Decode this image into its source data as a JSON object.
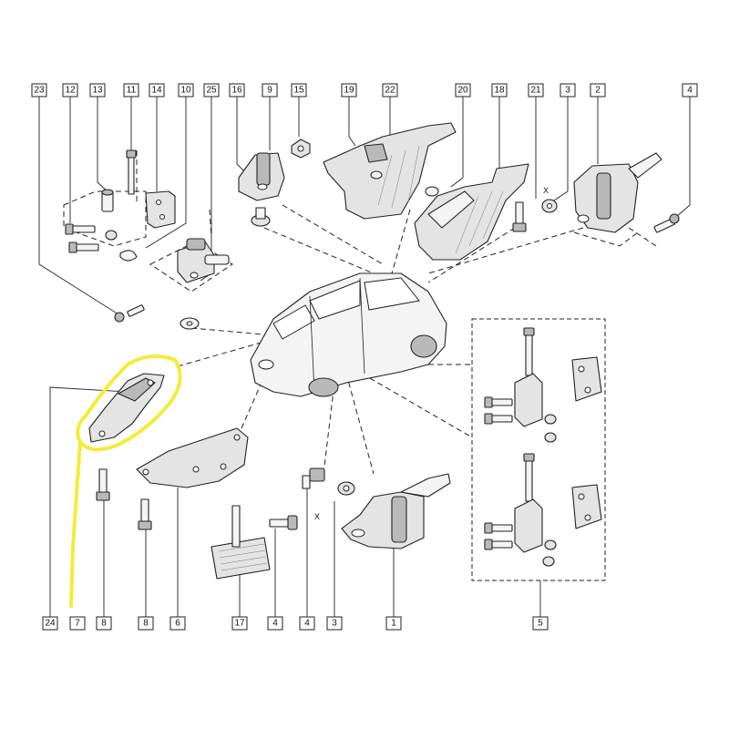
{
  "callouts": [
    {
      "id": "c23",
      "label": "23"
    },
    {
      "id": "c12",
      "label": "12"
    },
    {
      "id": "c13",
      "label": "13"
    },
    {
      "id": "c11",
      "label": "11"
    },
    {
      "id": "c14",
      "label": "14"
    },
    {
      "id": "c10",
      "label": "10"
    },
    {
      "id": "c25",
      "label": "25"
    },
    {
      "id": "c16",
      "label": "16"
    },
    {
      "id": "c9",
      "label": "9"
    },
    {
      "id": "c15",
      "label": "15"
    },
    {
      "id": "c19",
      "label": "19"
    },
    {
      "id": "c22",
      "label": "22"
    },
    {
      "id": "c20",
      "label": "20"
    },
    {
      "id": "c18",
      "label": "18"
    },
    {
      "id": "c21",
      "label": "21"
    },
    {
      "id": "c3t",
      "label": "3"
    },
    {
      "id": "c2",
      "label": "2"
    },
    {
      "id": "c4t",
      "label": "4"
    },
    {
      "id": "c24",
      "label": "24"
    },
    {
      "id": "c7",
      "label": "7"
    },
    {
      "id": "c8a",
      "label": "8"
    },
    {
      "id": "c8b",
      "label": "8"
    },
    {
      "id": "c6",
      "label": "6"
    },
    {
      "id": "c17",
      "label": "17"
    },
    {
      "id": "c4a",
      "label": "4"
    },
    {
      "id": "c4b",
      "label": "4"
    },
    {
      "id": "c3b",
      "label": "3"
    },
    {
      "id": "c1",
      "label": "1"
    },
    {
      "id": "c5",
      "label": "5"
    }
  ],
  "dimension_labels": {
    "x_top": "X",
    "x_bottom": "X"
  },
  "colors": {
    "highlight": "#f3ec3a",
    "line": "#222222",
    "part_fill": "#e4e4e4"
  }
}
